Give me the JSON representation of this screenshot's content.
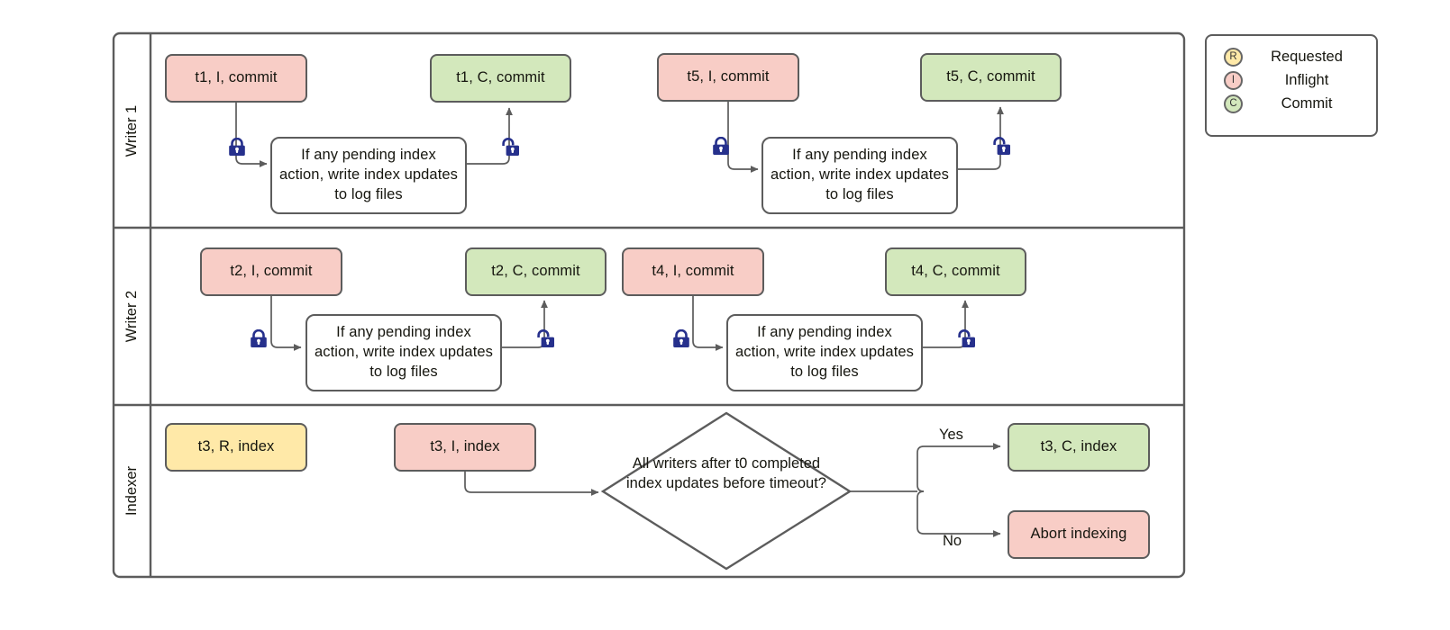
{
  "diagram": {
    "title": "Writer / Indexer lock and commit swimlane flow",
    "colors": {
      "inflight": "#f8cdc6",
      "commit": "#d3e8bc",
      "requested": "#ffe9a8",
      "stroke": "#5c5c5c",
      "lock": "#26308c",
      "background": "#ffffff"
    }
  },
  "lanes": [
    {
      "id": "writer1",
      "label": "Writer 1"
    },
    {
      "id": "writer2",
      "label": "Writer 2"
    },
    {
      "id": "indexer",
      "label": "Indexer"
    }
  ],
  "legend": {
    "items": [
      {
        "badge": "R",
        "label": "Requested",
        "color": "#ffe9a8"
      },
      {
        "badge": "I",
        "label": "Inflight",
        "color": "#f8cdc6"
      },
      {
        "badge": "C",
        "label": "Commit",
        "color": "#d3e8bc"
      }
    ]
  },
  "writer1": {
    "n1": "t1, I, commit",
    "n2": "t1, C, commit",
    "n3": "t5, I, commit",
    "n4": "t5, C, commit",
    "p1": "If any pending index action, write index updates to log files",
    "p2": "If any pending index action, write index updates to log files"
  },
  "writer2": {
    "n1": "t2, I, commit",
    "n2": "t2, C, commit",
    "n3": "t4, I, commit",
    "n4": "t4, C, commit",
    "p1": "If any pending index action, write index updates to log files",
    "p2": "If any pending index action, write index updates to log files"
  },
  "indexer": {
    "requested": "t3, R, index",
    "inflight": "t3, I, index",
    "decision": "All writers after t0 completed index updates before timeout?",
    "yes_label": "Yes",
    "no_label": "No",
    "commit": "t3, C, index",
    "abort": "Abort indexing"
  },
  "icons": {
    "lock_closed": "lock-closed-icon",
    "lock_open": "lock-open-icon"
  }
}
